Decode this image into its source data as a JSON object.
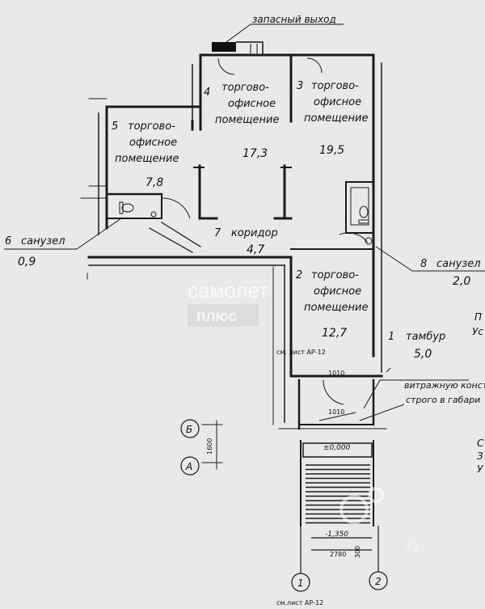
{
  "emergency_exit": "запасный выход",
  "rooms": [
    {
      "num": "1",
      "name": "тамбур",
      "area": "5,0"
    },
    {
      "num": "2",
      "name_lines": [
        "торгово-",
        "офисное",
        "помещение"
      ],
      "area": "12,7"
    },
    {
      "num": "3",
      "name_lines": [
        "торгово-",
        "офисное",
        "помещение"
      ],
      "area": "19,5"
    },
    {
      "num": "4",
      "name_lines": [
        "торгово-",
        "офисное",
        "помещение"
      ],
      "area": "17,3"
    },
    {
      "num": "5",
      "name_lines": [
        "торгово-",
        "офисное",
        "помещение"
      ],
      "area": "7,8"
    },
    {
      "num": "6",
      "name": "санузел",
      "area": "0,9"
    },
    {
      "num": "7",
      "name": "коридор",
      "area": "4,7"
    },
    {
      "num": "8",
      "name": "санузел",
      "area": "2,0"
    }
  ],
  "vitrage_note": [
    "витражную конст",
    "строго в габари"
  ],
  "sheet_refs": [
    "см. лист АР-12",
    "см.лист АР-12"
  ],
  "dimensions": {
    "door_width_1": "1010",
    "door_width_2": "1010",
    "level_zero": "±0,000",
    "level_ground": "-1,350",
    "width_total": "2780",
    "span_ab": "1600",
    "stair_height": "300"
  },
  "axes": {
    "letters": [
      "Б",
      "А"
    ],
    "numbers": [
      "1",
      "2"
    ]
  },
  "edge_fragments": [
    "П",
    "Ус",
    "С",
    "З",
    "У"
  ],
  "watermarks": {
    "samolet": "самолет",
    "plus": "плюс",
    "partial": "71"
  }
}
